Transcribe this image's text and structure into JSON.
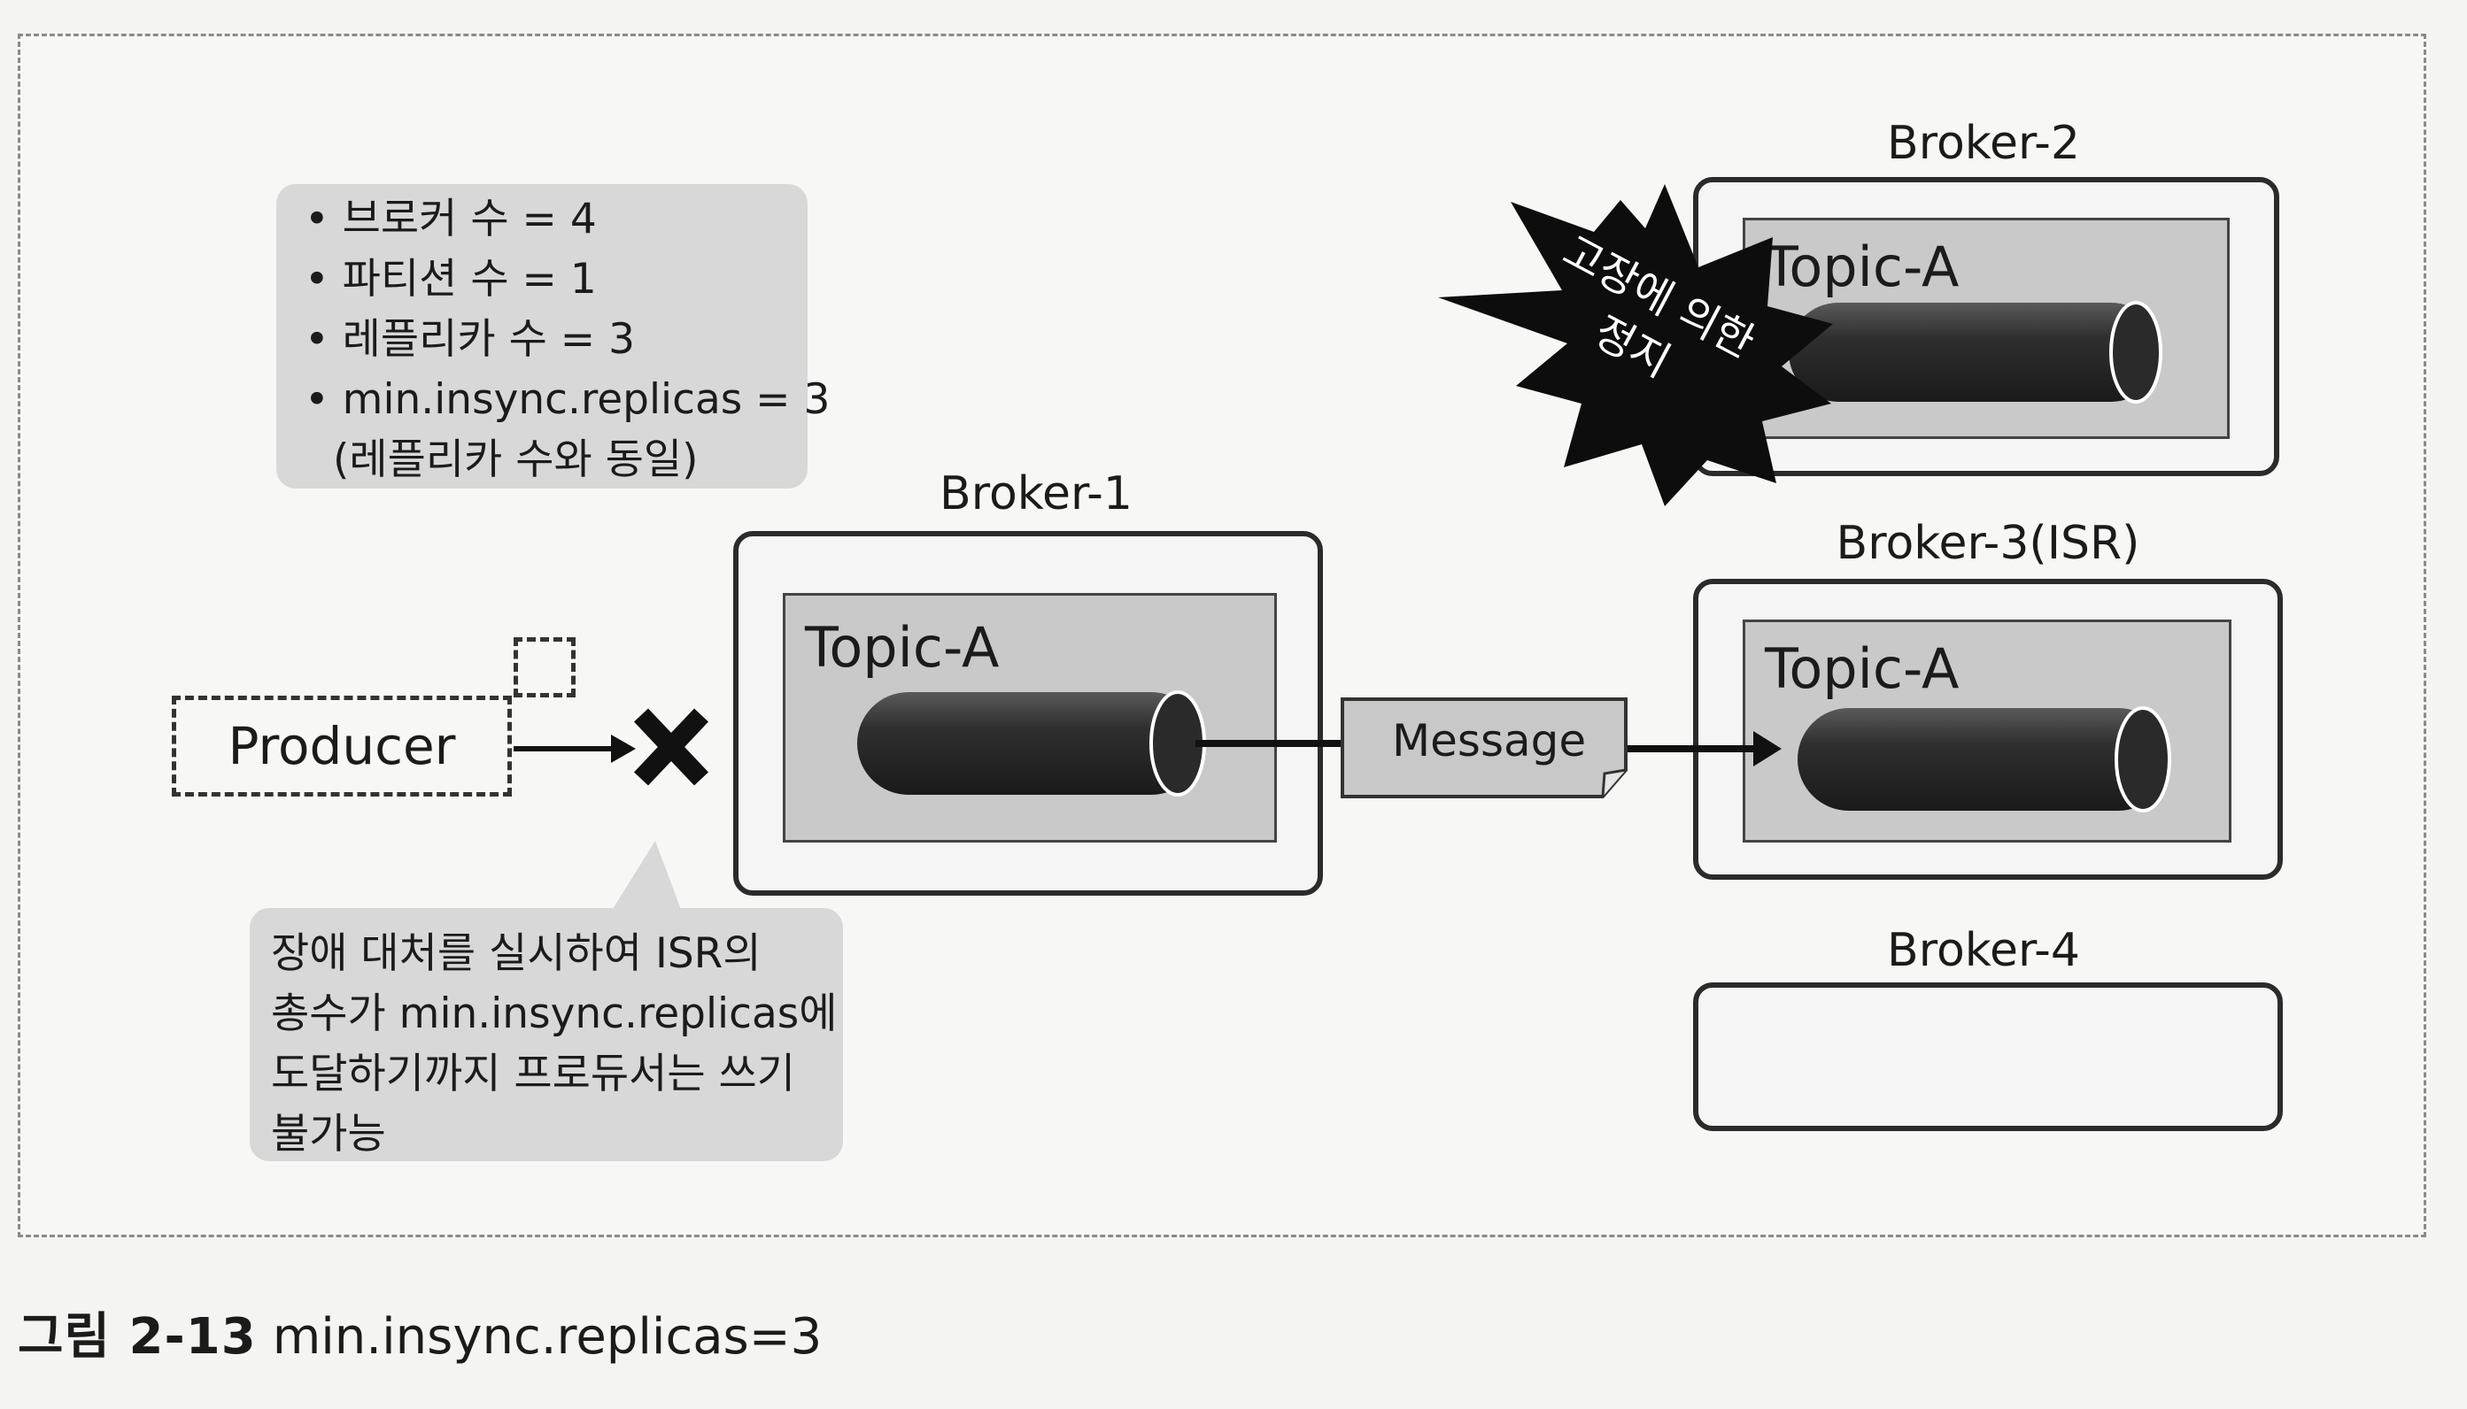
{
  "config_note": {
    "lines": [
      "브로커 수 = 4",
      "파티션 수 = 1",
      "레플리카 수 = 3",
      "min.insync.replicas = 3"
    ],
    "continuation": "(레플리카 수와 동일)"
  },
  "producer": {
    "label": "Producer"
  },
  "brokers": [
    {
      "label": "Broker-1",
      "topic": "Topic-A"
    },
    {
      "label": "Broker-2",
      "topic": "Topic-A"
    },
    {
      "label": "Broker-3(ISR)",
      "topic": "Topic-A"
    },
    {
      "label": "Broker-4"
    }
  ],
  "message": {
    "label": "Message"
  },
  "failure_burst": {
    "line1": "고장에 의한",
    "line2": "정지"
  },
  "failover_note": {
    "lines": [
      "장애 대처를 실시하여 ISR의",
      "총수가 min.insync.replicas에",
      "도달하기까지 프로듀서는 쓰기",
      "불가능"
    ]
  },
  "caption": {
    "prefix": "그림 2-13",
    "title": "min.insync.replicas=3"
  }
}
